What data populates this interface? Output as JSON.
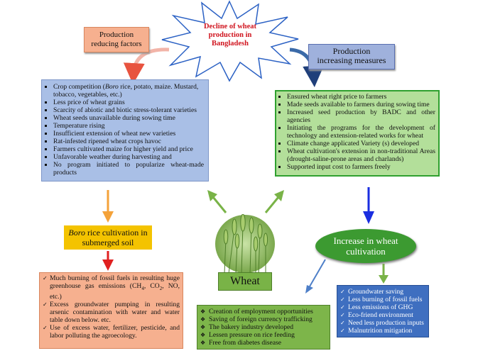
{
  "title": {
    "line1": "Decline of wheat",
    "line2": "production in",
    "line3": "Bangladesh"
  },
  "reducing_label": {
    "line1": "Production",
    "line2": "reducing factors"
  },
  "increasing_label": {
    "line1": "Production",
    "line2": "increasing measures"
  },
  "reducing_factors": [
    {
      "pre": "Crop competition (",
      "italic": "Boro",
      "post": " rice, potato, maize. Mustard, tobacco, vegetables, etc.)"
    },
    {
      "pre": "Less price of wheat grains"
    },
    {
      "pre": "Scarcity of abiotic and biotic stress-tolerant varieties"
    },
    {
      "pre": "Wheat seeds unavailable during sowing time"
    },
    {
      "pre": "Temperature rising"
    },
    {
      "pre": "Insufficient extension of wheat new varieties"
    },
    {
      "pre": "Rat-infested ripened wheat crops havoc"
    },
    {
      "pre": "Farmers cultivated maize for higher yield and price"
    },
    {
      "pre": "Unfavorable weather during harvesting and"
    },
    {
      "pre": "No program initiated to popularize wheat-made products"
    }
  ],
  "increasing_measures": [
    "Ensured wheat right price to farmers",
    "Made seeds available to farmers during sowing time",
    "Increased seed production by BADC and other agencies",
    "Initiating the programs for the development of technology and extension-related works for wheat",
    "Climate change applicated Variety (s) developed",
    "Wheat cultivation's extension in non-traditional Areas (drought-saline-prone areas and charlands)",
    "Supported input cost to farmers freely"
  ],
  "boro_box": {
    "italic": "Boro",
    "text": " rice cultivation in",
    "line2": "submerged soil"
  },
  "boro_effects": [
    {
      "pre": "Much burning of fossil fuels in resulting huge greenhouse gas emissions (CH",
      "sub1": "4",
      "mid": ", CO",
      "sub2": "2",
      "post": ", NO, etc.)"
    },
    {
      "pre": "Excess groundwater pumping in resulting arsenic contamination with water and water table down below. etc."
    },
    {
      "pre": "Use of excess water, fertilizer, pesticide, and labor polluting the agroecology."
    }
  ],
  "center_label": "Wheat",
  "increase_ellipse": {
    "line1": "Increase in wheat",
    "line2": "cultivation"
  },
  "wheat_benefits": [
    "Creation of employment opportunities",
    "Saving of foreign currency trafficking",
    "The bakery industry developed",
    "Lessen pressure on rice feeding",
    "Free from diabetes disease"
  ],
  "environment_benefits": [
    "Groundwater saving",
    "Less burning of fossil fuels",
    "Less emissions of GHG",
    "Eco-friend environment",
    "Need less production inputs",
    "Malnutrition mitigation"
  ],
  "colors": {
    "title_red": "#d0141e",
    "salmon": "#f6b08f",
    "light_blue": "#a9bfe6",
    "light_green": "#b3df9a",
    "gold": "#f4c300",
    "grass_green": "#7db54a",
    "dark_green": "#3c9a31",
    "royal_blue": "#3f6fc0"
  },
  "icons": [
    "starburst-shape",
    "curved-arrow",
    "down-arrow",
    "wheat-photo",
    "check-bullet",
    "diamond-bullet"
  ]
}
